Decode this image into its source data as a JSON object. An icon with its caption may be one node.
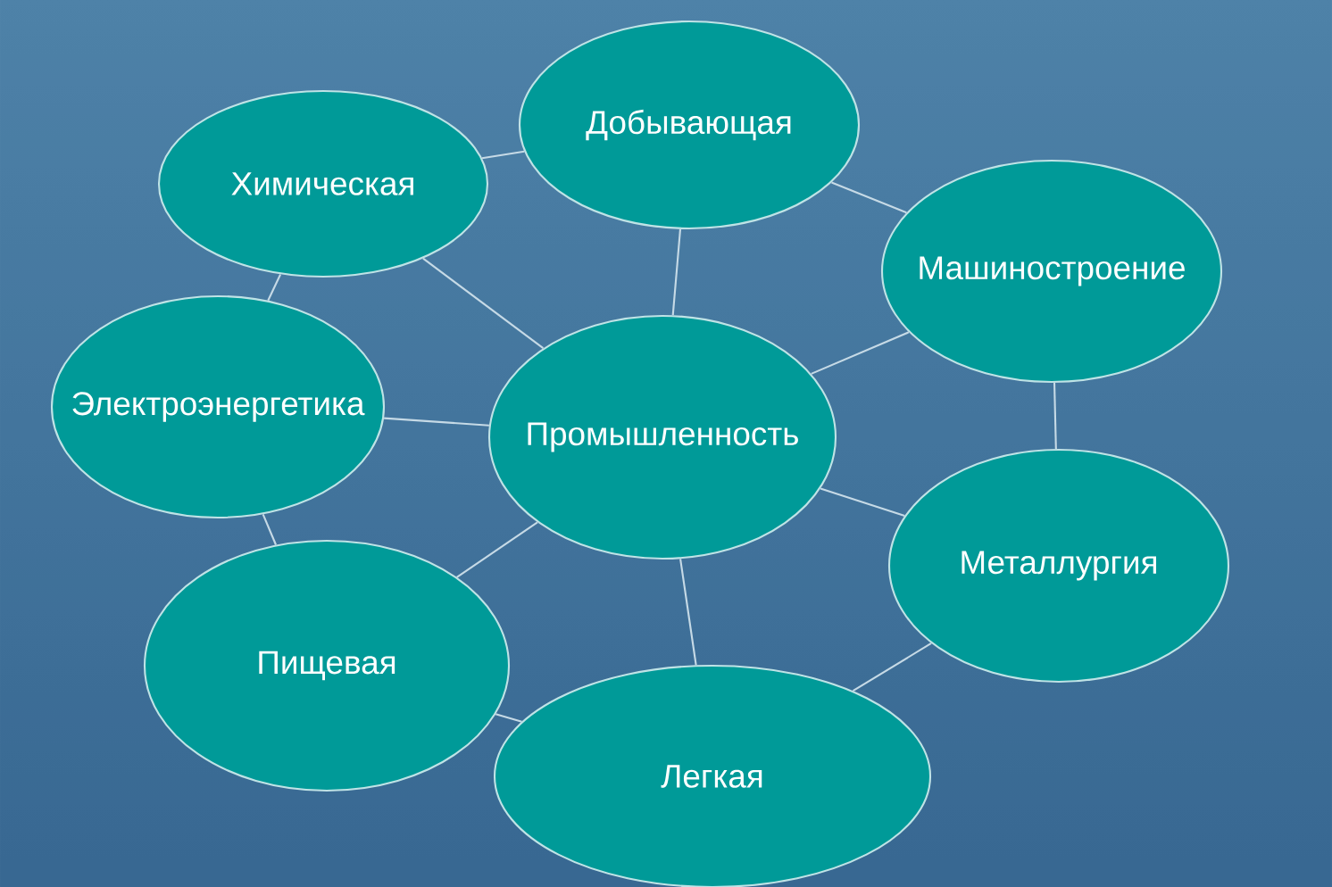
{
  "diagram": {
    "nodes": [
      {
        "text": [
          "Добывающая"
        ]
      },
      {
        "text": [
          "Химическая"
        ]
      },
      {
        "text": [
          "Машиностроение"
        ]
      },
      {
        "text": [
          "Электроэнергетика"
        ]
      },
      {
        "text": [
          "Промышленность"
        ]
      },
      {
        "text": [
          "Металлургия"
        ]
      },
      {
        "text": [
          "Пищевая"
        ]
      },
      {
        "text": [
          "Легкая"
        ]
      }
    ],
    "edges": [
      {
        "from": 1,
        "to": 0,
        "arrow": "none"
      },
      {
        "from": 0,
        "to": 2,
        "arrow": "none"
      },
      {
        "from": 0,
        "to": 4,
        "arrow": "none"
      },
      {
        "from": 1,
        "to": 4,
        "arrow": "none"
      },
      {
        "from": 1,
        "to": 3,
        "arrow": "none"
      },
      {
        "from": 2,
        "to": 4,
        "arrow": "none"
      },
      {
        "from": 2,
        "to": 5,
        "arrow": "none"
      },
      {
        "from": 3,
        "to": 4,
        "arrow": "none"
      },
      {
        "from": 3,
        "to": 6,
        "arrow": "none"
      },
      {
        "from": 4,
        "to": 5,
        "arrow": "none"
      },
      {
        "from": 4,
        "to": 6,
        "arrow": "none"
      },
      {
        "from": 4,
        "to": 7,
        "arrow": "none"
      },
      {
        "from": 6,
        "to": 7,
        "arrow": "none"
      },
      {
        "from": 5,
        "to": 7,
        "arrow": "none"
      }
    ]
  }
}
